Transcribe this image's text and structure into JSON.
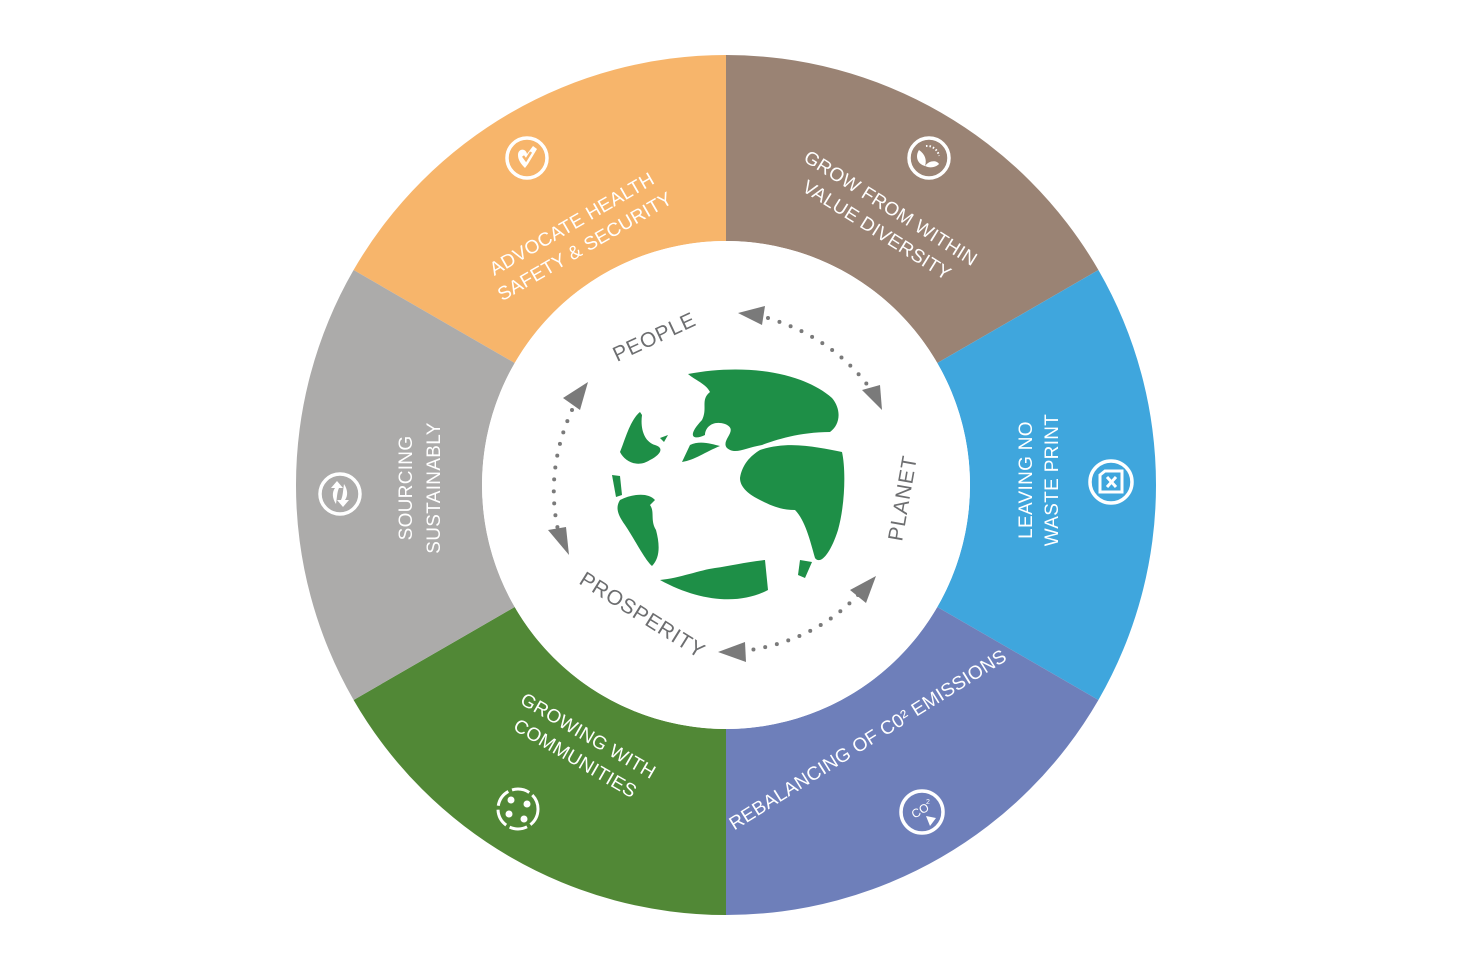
{
  "diagram": {
    "type": "circular-wheel",
    "center_theme": {
      "icon": "globe-icon",
      "globe_color": "#1e8f47",
      "labels": {
        "people": "PEOPLE",
        "planet": "PLANET",
        "prosperity": "PROSPERITY"
      },
      "arrow_color": "#7a7a7a"
    },
    "segments": [
      {
        "id": "health",
        "line1": "ADVOCATE HEALTH",
        "line2": "SAFETY & SECURITY",
        "icon": "heart-check-icon",
        "color": "#f7b56b"
      },
      {
        "id": "grow",
        "line1": "GROW FROM WITHIN",
        "line2": "VALUE DIVERSITY",
        "icon": "sprout-growth-icon",
        "color": "#9a8374"
      },
      {
        "id": "waste",
        "line1": "LEAVING NO",
        "line2": "WASTE  PRINT",
        "icon": "waste-box-x-icon",
        "color": "#3fa6dd"
      },
      {
        "id": "co2",
        "line1": "REBALANCING OF C0² EMISSIONS",
        "line2": "",
        "icon": "co2-down-icon",
        "color": "#6e7fba"
      },
      {
        "id": "communities",
        "line1": "GROWING WITH",
        "line2": "COMMUNITIES",
        "icon": "community-circle-icon",
        "color": "#518836"
      },
      {
        "id": "sourcing",
        "line1": "SOURCING",
        "line2": "SUSTAINABLY",
        "icon": "recycle-arrows-icon",
        "color": "#acabaa"
      }
    ]
  }
}
